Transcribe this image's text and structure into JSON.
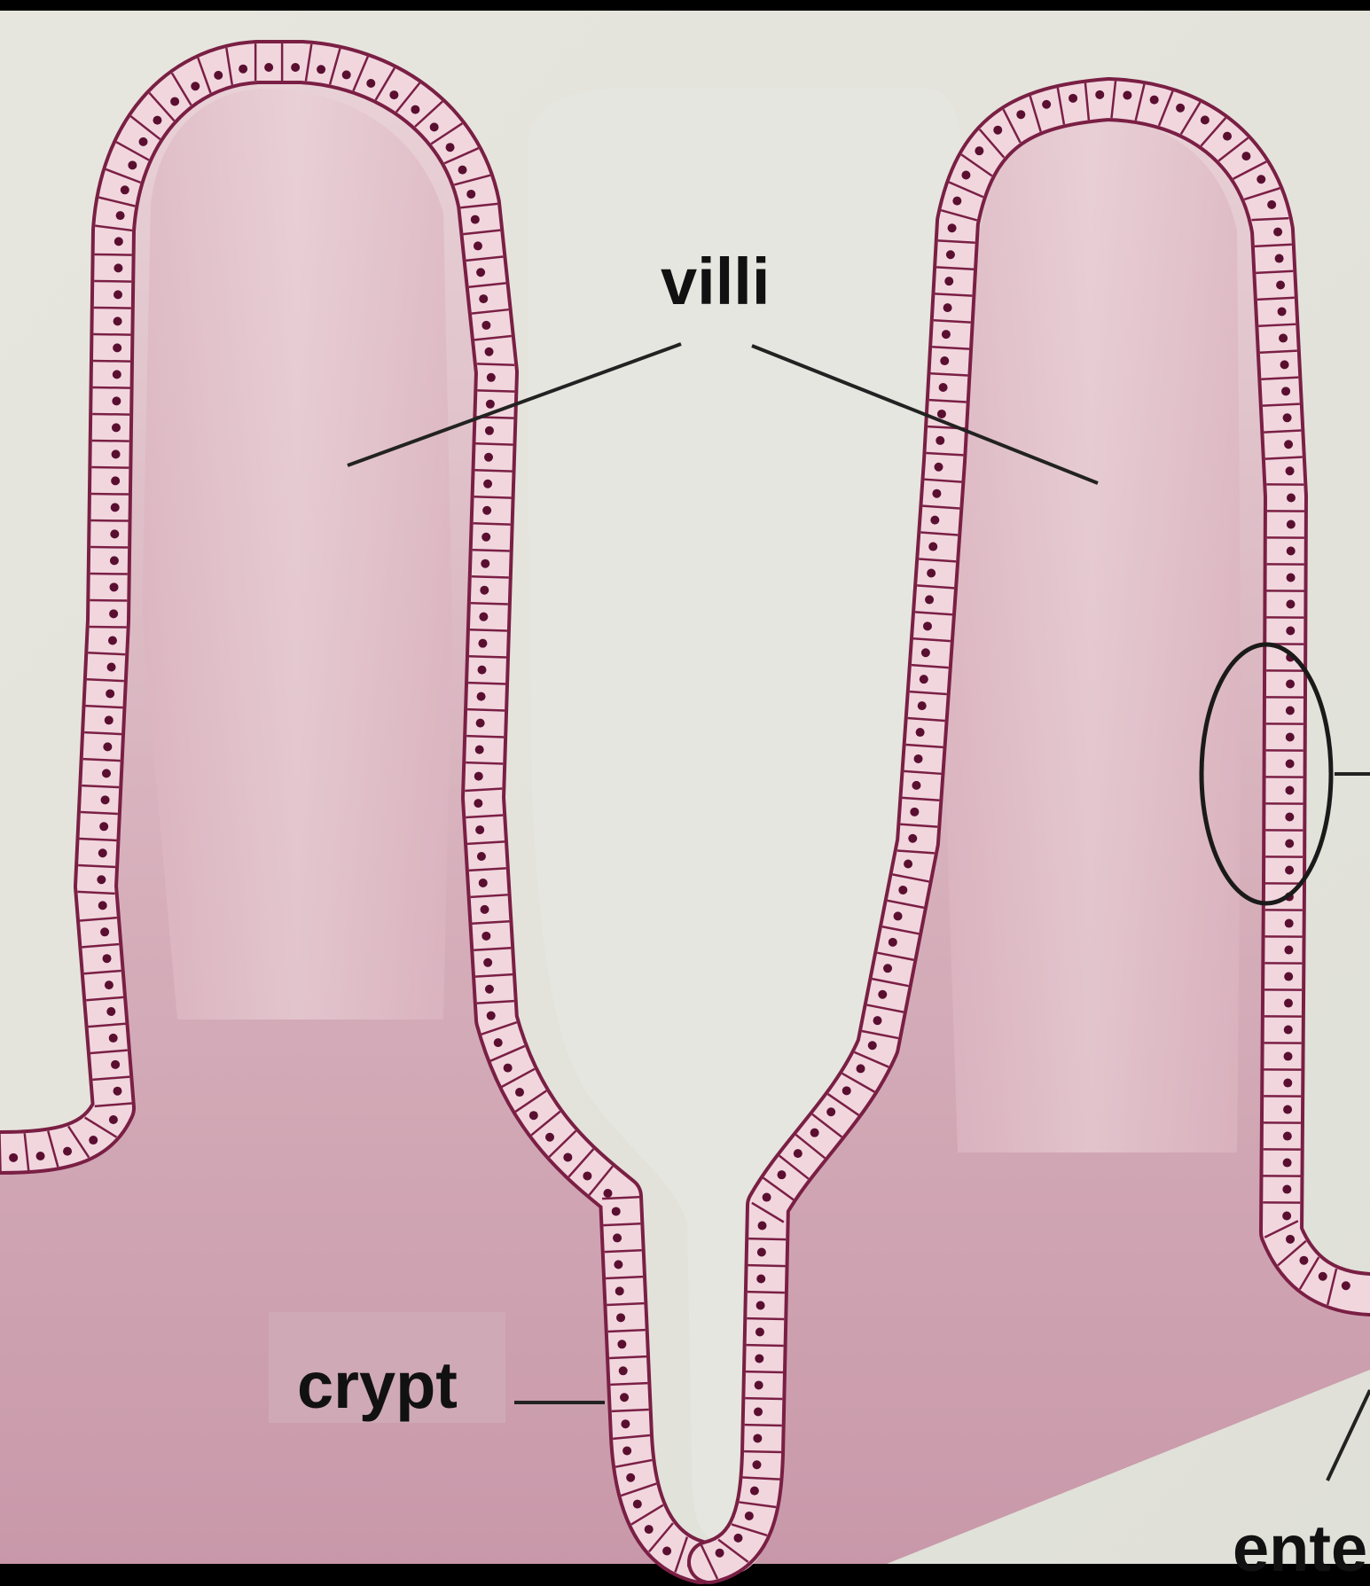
{
  "diagram": {
    "labels": {
      "villi": "villi",
      "crypt": "crypt",
      "ente": "ente"
    },
    "colors": {
      "background": "#e6e6de",
      "tissue": "#d9b6c0",
      "tissue_deep": "#c995a8",
      "epithelium_fill": "#f1d6de",
      "epithelium_outline": "#7a1f44",
      "nucleus": "#5a0f30",
      "leader_line": "#222222",
      "highlight_circle": "#1a1a1a",
      "crypt_label_bg": "#cfa9b6",
      "frame": "#000000"
    }
  }
}
